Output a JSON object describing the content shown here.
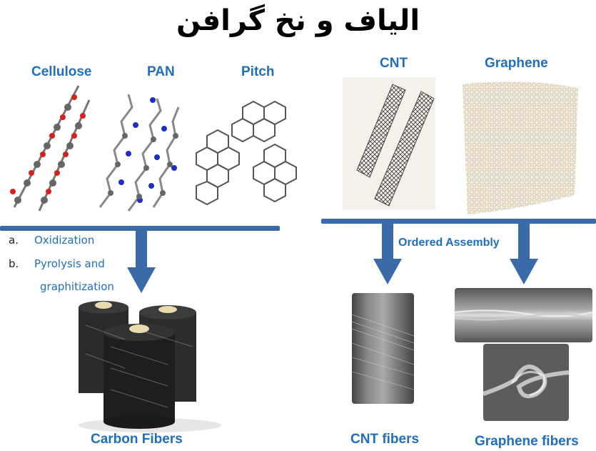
{
  "title": "الیاف و نخ گرافن",
  "precursors": {
    "cellulose": "Cellulose",
    "pan": "PAN",
    "pitch": "Pitch",
    "cnt": "CNT",
    "graphene": "Graphene"
  },
  "steps": [
    {
      "num": "a.",
      "text": "Oxidization"
    },
    {
      "num": "b.",
      "text": "Pyrolysis and"
    },
    {
      "num": "",
      "text": "graphitization"
    }
  ],
  "ordered_assembly": "Ordered Assembly",
  "products": {
    "carbon_fibers": "Carbon Fibers",
    "cnt_fibers": "CNT fibers",
    "graphene_fibers": "Graphene fibers"
  },
  "colors": {
    "label_blue": "#1f6fbf",
    "arrow_blue": "#3b6aa8",
    "carbon_atom": "#555555",
    "oxygen_atom": "#d92020",
    "nitrogen_atom": "#1f2fbf"
  }
}
